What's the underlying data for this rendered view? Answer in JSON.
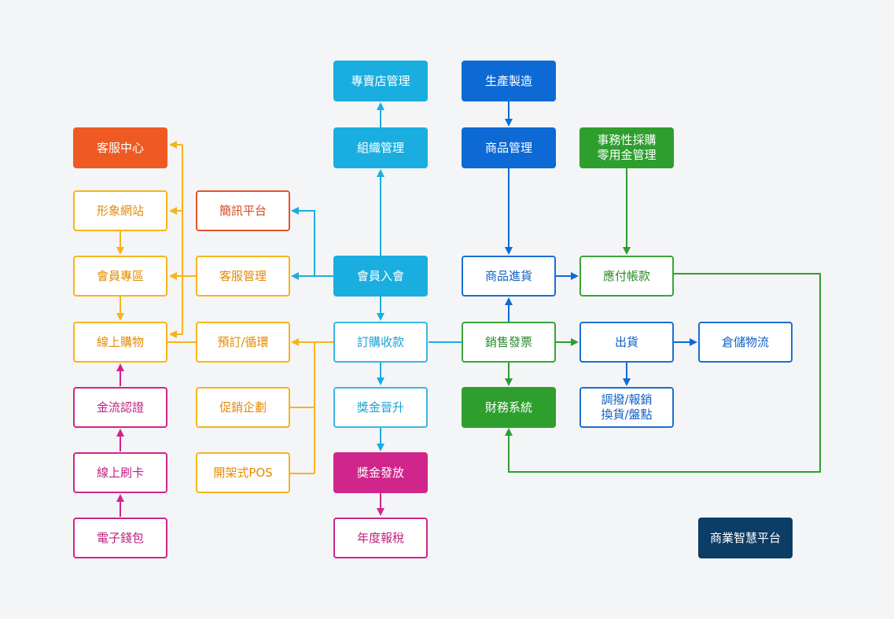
{
  "nodes": {
    "customer_service_center": "客服中心",
    "brand_website": "形象網站",
    "member_zone": "會員專區",
    "online_shopping": "線上購物",
    "payment_auth": "金流認證",
    "online_card": "線上刷卡",
    "e_wallet": "電子錢包",
    "sms_platform": "簡訊平台",
    "customer_service_mgmt": "客服管理",
    "preorder_cycle": "預訂/循環",
    "promotion_planning": "促銷企劃",
    "open_pos": "開架式POS",
    "store_mgmt": "專賣店管理",
    "org_mgmt": "組織管理",
    "member_join": "會員入會",
    "order_payment": "訂購收款",
    "bonus_promotion": "獎金晉升",
    "bonus_payout": "獎金發放",
    "annual_tax": "年度報稅",
    "production": "生產製造",
    "product_mgmt": "商品管理",
    "product_purchase": "商品進貨",
    "sales_invoice": "銷售發票",
    "finance_system": "財務系統",
    "petty_cash": "事務性採購\n零用金管理",
    "accounts_payable": "應付帳款",
    "shipping": "出貨",
    "warehouse_logistics": "倉儲物流",
    "transfer_returns": "調撥/報銷\n換貨/盤點",
    "business_intelligence": "商業智慧平台"
  }
}
